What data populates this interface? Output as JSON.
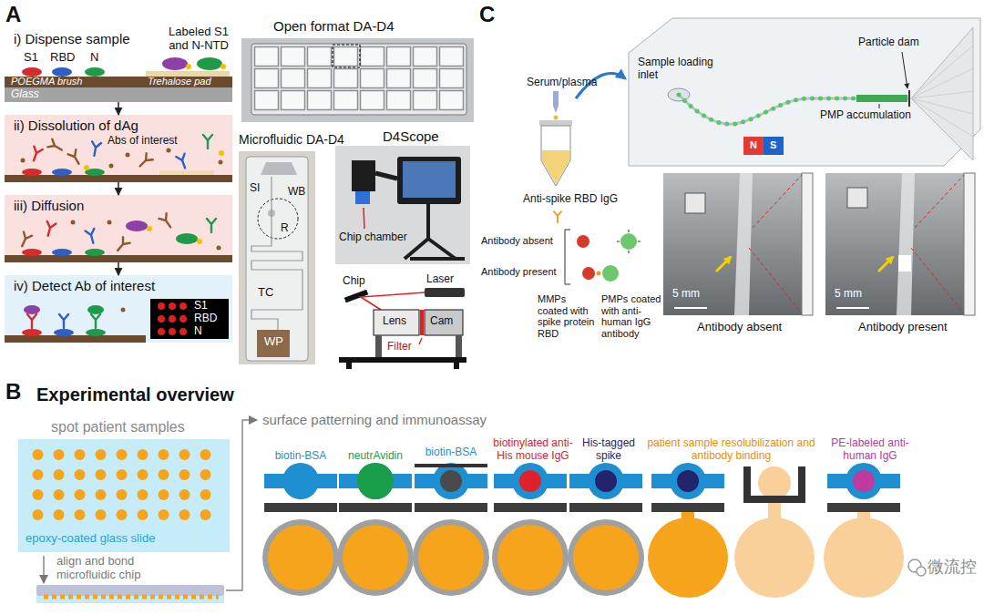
{
  "diagram": {
    "nodes": [
      {
        "text": [
          "i) Dispense sample"
        ]
      },
      {
        "text": [
          "ii) Dissolution of dAg"
        ]
      },
      {
        "text": [
          "iii) Diffusion"
        ]
      },
      {
        "text": [
          "iv) Detect Ab of interest"
        ]
      },
      {
        "text": [
          "S1",
          "RBD",
          "N"
        ],
        "in": 3
      },
      {
        "text": [
          "spot patient samples",
          "epoxy-coated glass slide"
        ]
      }
    ],
    "edges": [
      {
        "from": 0,
        "to": 1,
        "arrow": "to"
      },
      {
        "from": 1,
        "to": 2,
        "arrow": "to"
      },
      {
        "from": 2,
        "to": 3,
        "arrow": "to"
      }
    ],
    "labels": [
      "A",
      "Labeled S1 and N-NTD",
      "S1",
      "RBD",
      "N",
      "POEGMA brush",
      "Trehalose pad",
      "Glass",
      "Abs of interest",
      "Open format DA-D4",
      "Microfluidic DA-D4",
      "SI",
      "WB",
      "R",
      "TC",
      "WP",
      "D4Scope",
      "Chip chamber",
      "Chip",
      "Laser",
      "Lens",
      "Cam",
      "Filter",
      "B",
      "Experimental overview",
      "align and bond microfluidic chip",
      "surface patterning and immunoassay",
      "biotin-BSA",
      "neutrAvidin",
      "biotin-BSA",
      "biotinylated anti-His mouse IgG",
      "His-tagged spike",
      "patient sample resolubilization and antibody binding",
      "PE-labeled anti-human IgG",
      "C",
      "Serum/plasma",
      "Anti-spike RBD IgG",
      "Antibody absent",
      "Antibody present",
      "MMPs coated with spike protein RBD",
      "PMPs coated with anti-human IgG antibody",
      "Sample loading inlet",
      "Particle dam",
      "PMP accumulation",
      "N",
      "S",
      "5 mm",
      "5 mm",
      "Antibody absent",
      "Antibody present",
      "微流控"
    ]
  }
}
